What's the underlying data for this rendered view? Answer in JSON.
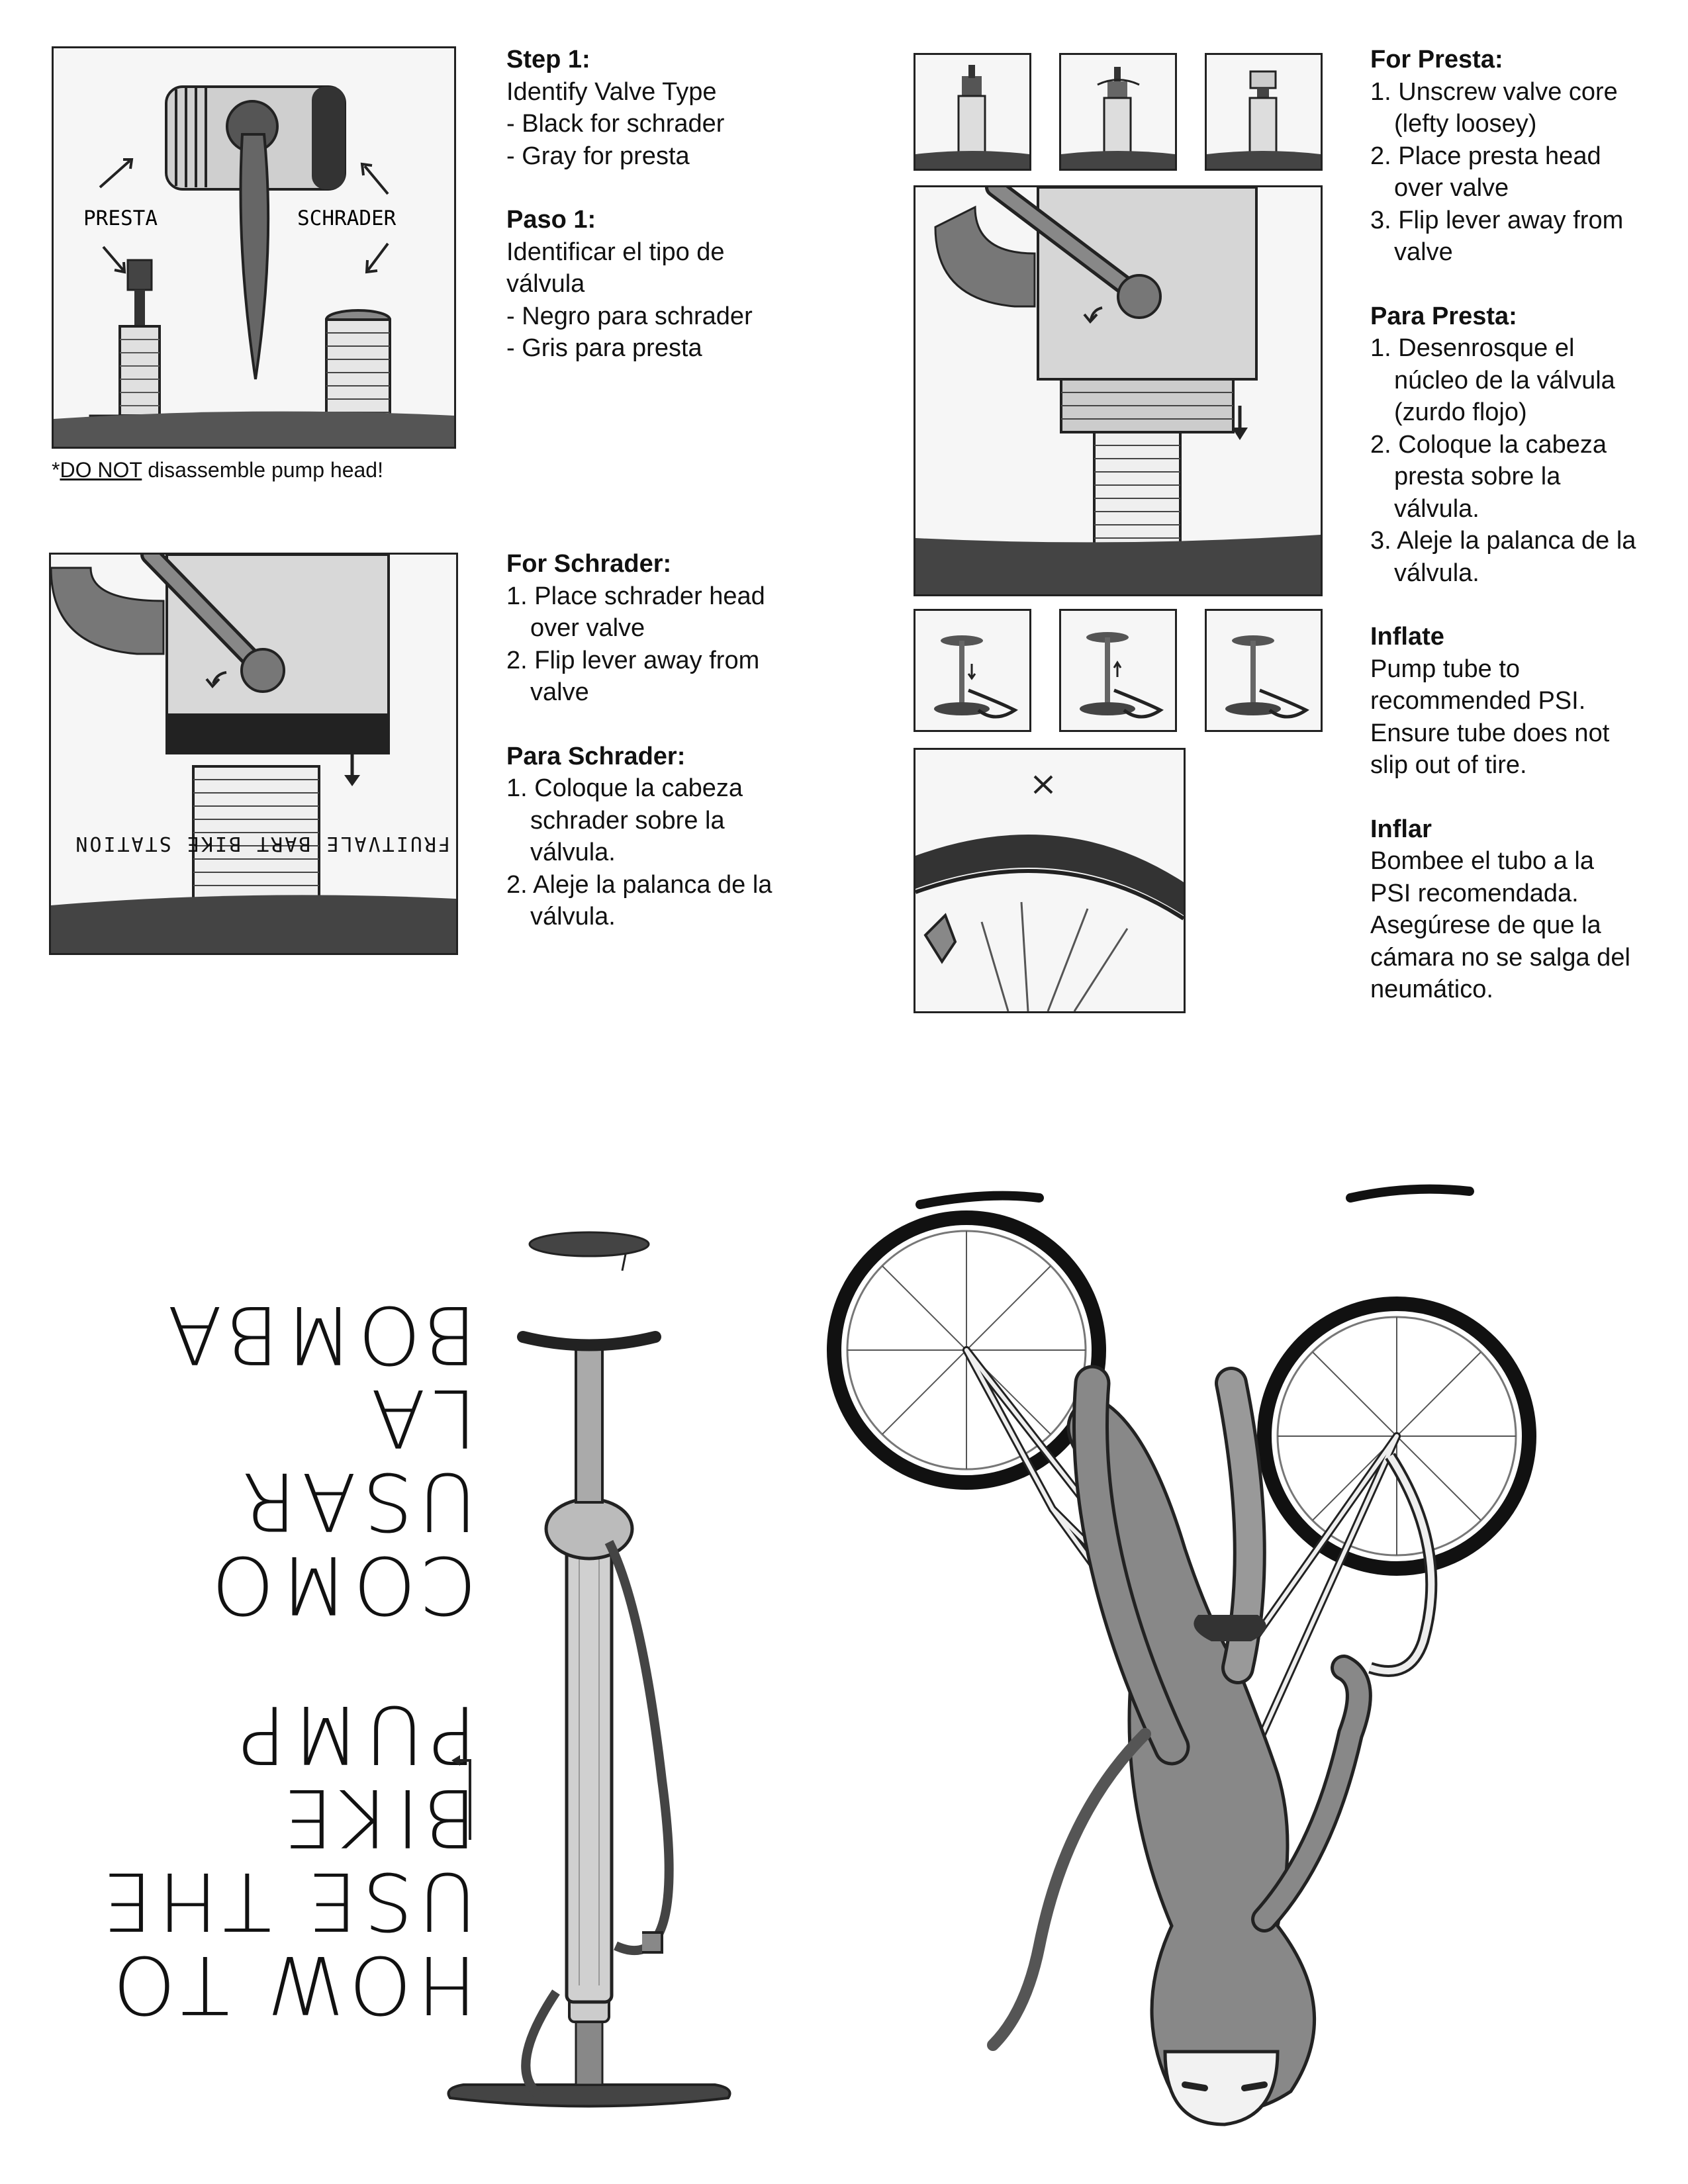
{
  "step1": {
    "en_title": "Step 1:",
    "en_lines": [
      "Identify Valve Type",
      "- Black for schrader",
      "- Gray for presta"
    ],
    "es_title": "Paso 1:",
    "es_lines": [
      "Identificar el tipo de",
      "válvula",
      "- Negro para schrader",
      "- Gris para presta"
    ],
    "label_presta": "PRESTA",
    "label_schrader": "SCHRADER",
    "warning_prefix": "*",
    "warning_emph": "DO NOT",
    "warning_rest": " disassemble pump head!"
  },
  "schrader": {
    "en_title": "For Schrader:",
    "en_steps": [
      {
        "num": "1.",
        "lines": [
          "Place schrader head",
          "over valve"
        ]
      },
      {
        "num": "2.",
        "lines": [
          "Flip lever away from",
          "valve"
        ]
      }
    ],
    "es_title": "Para Schrader:",
    "es_steps": [
      {
        "num": "1.",
        "lines": [
          "Coloque la cabeza",
          "schrader sobre la",
          "válvula."
        ]
      },
      {
        "num": "2.",
        "lines": [
          "Aleje la palanca de la",
          "válvula."
        ]
      }
    ]
  },
  "presta": {
    "en_title": "For Presta:",
    "en_steps": [
      {
        "num": "1.",
        "lines": [
          "Unscrew valve core",
          "(lefty loosey)"
        ]
      },
      {
        "num": "2.",
        "lines": [
          "Place presta head",
          "over valve"
        ]
      },
      {
        "num": "3.",
        "lines": [
          "Flip lever away from",
          "valve"
        ]
      }
    ],
    "es_title": "Para Presta:",
    "es_steps": [
      {
        "num": "1.",
        "lines": [
          "Desenrosque el",
          "núcleo de la válvula",
          "(zurdo flojo)"
        ]
      },
      {
        "num": "2.",
        "lines": [
          "Coloque la cabeza",
          "presta sobre la",
          "válvula."
        ]
      },
      {
        "num": "3.",
        "lines": [
          "Aleje la palanca de la",
          "válvula."
        ]
      }
    ]
  },
  "inflate": {
    "en_title": "Inflate",
    "en_lines": [
      "Pump tube to",
      "recommended PSI.",
      "Ensure tube does not",
      "slip out of tire."
    ],
    "es_title": "Inflar",
    "es_lines": [
      "Bombee el tubo a la",
      "PSI recomendada.",
      "Asegúrese de que la",
      "cámara no se salga del",
      "neumático."
    ]
  },
  "cover": {
    "title_en_lines": [
      "HOW TO",
      "USE THE",
      "BIKE PUMP"
    ],
    "title_es_lines": [
      "COMO USAR",
      "LA BOMBA"
    ],
    "station": "FRUITVALE BART BIKE STATION"
  }
}
